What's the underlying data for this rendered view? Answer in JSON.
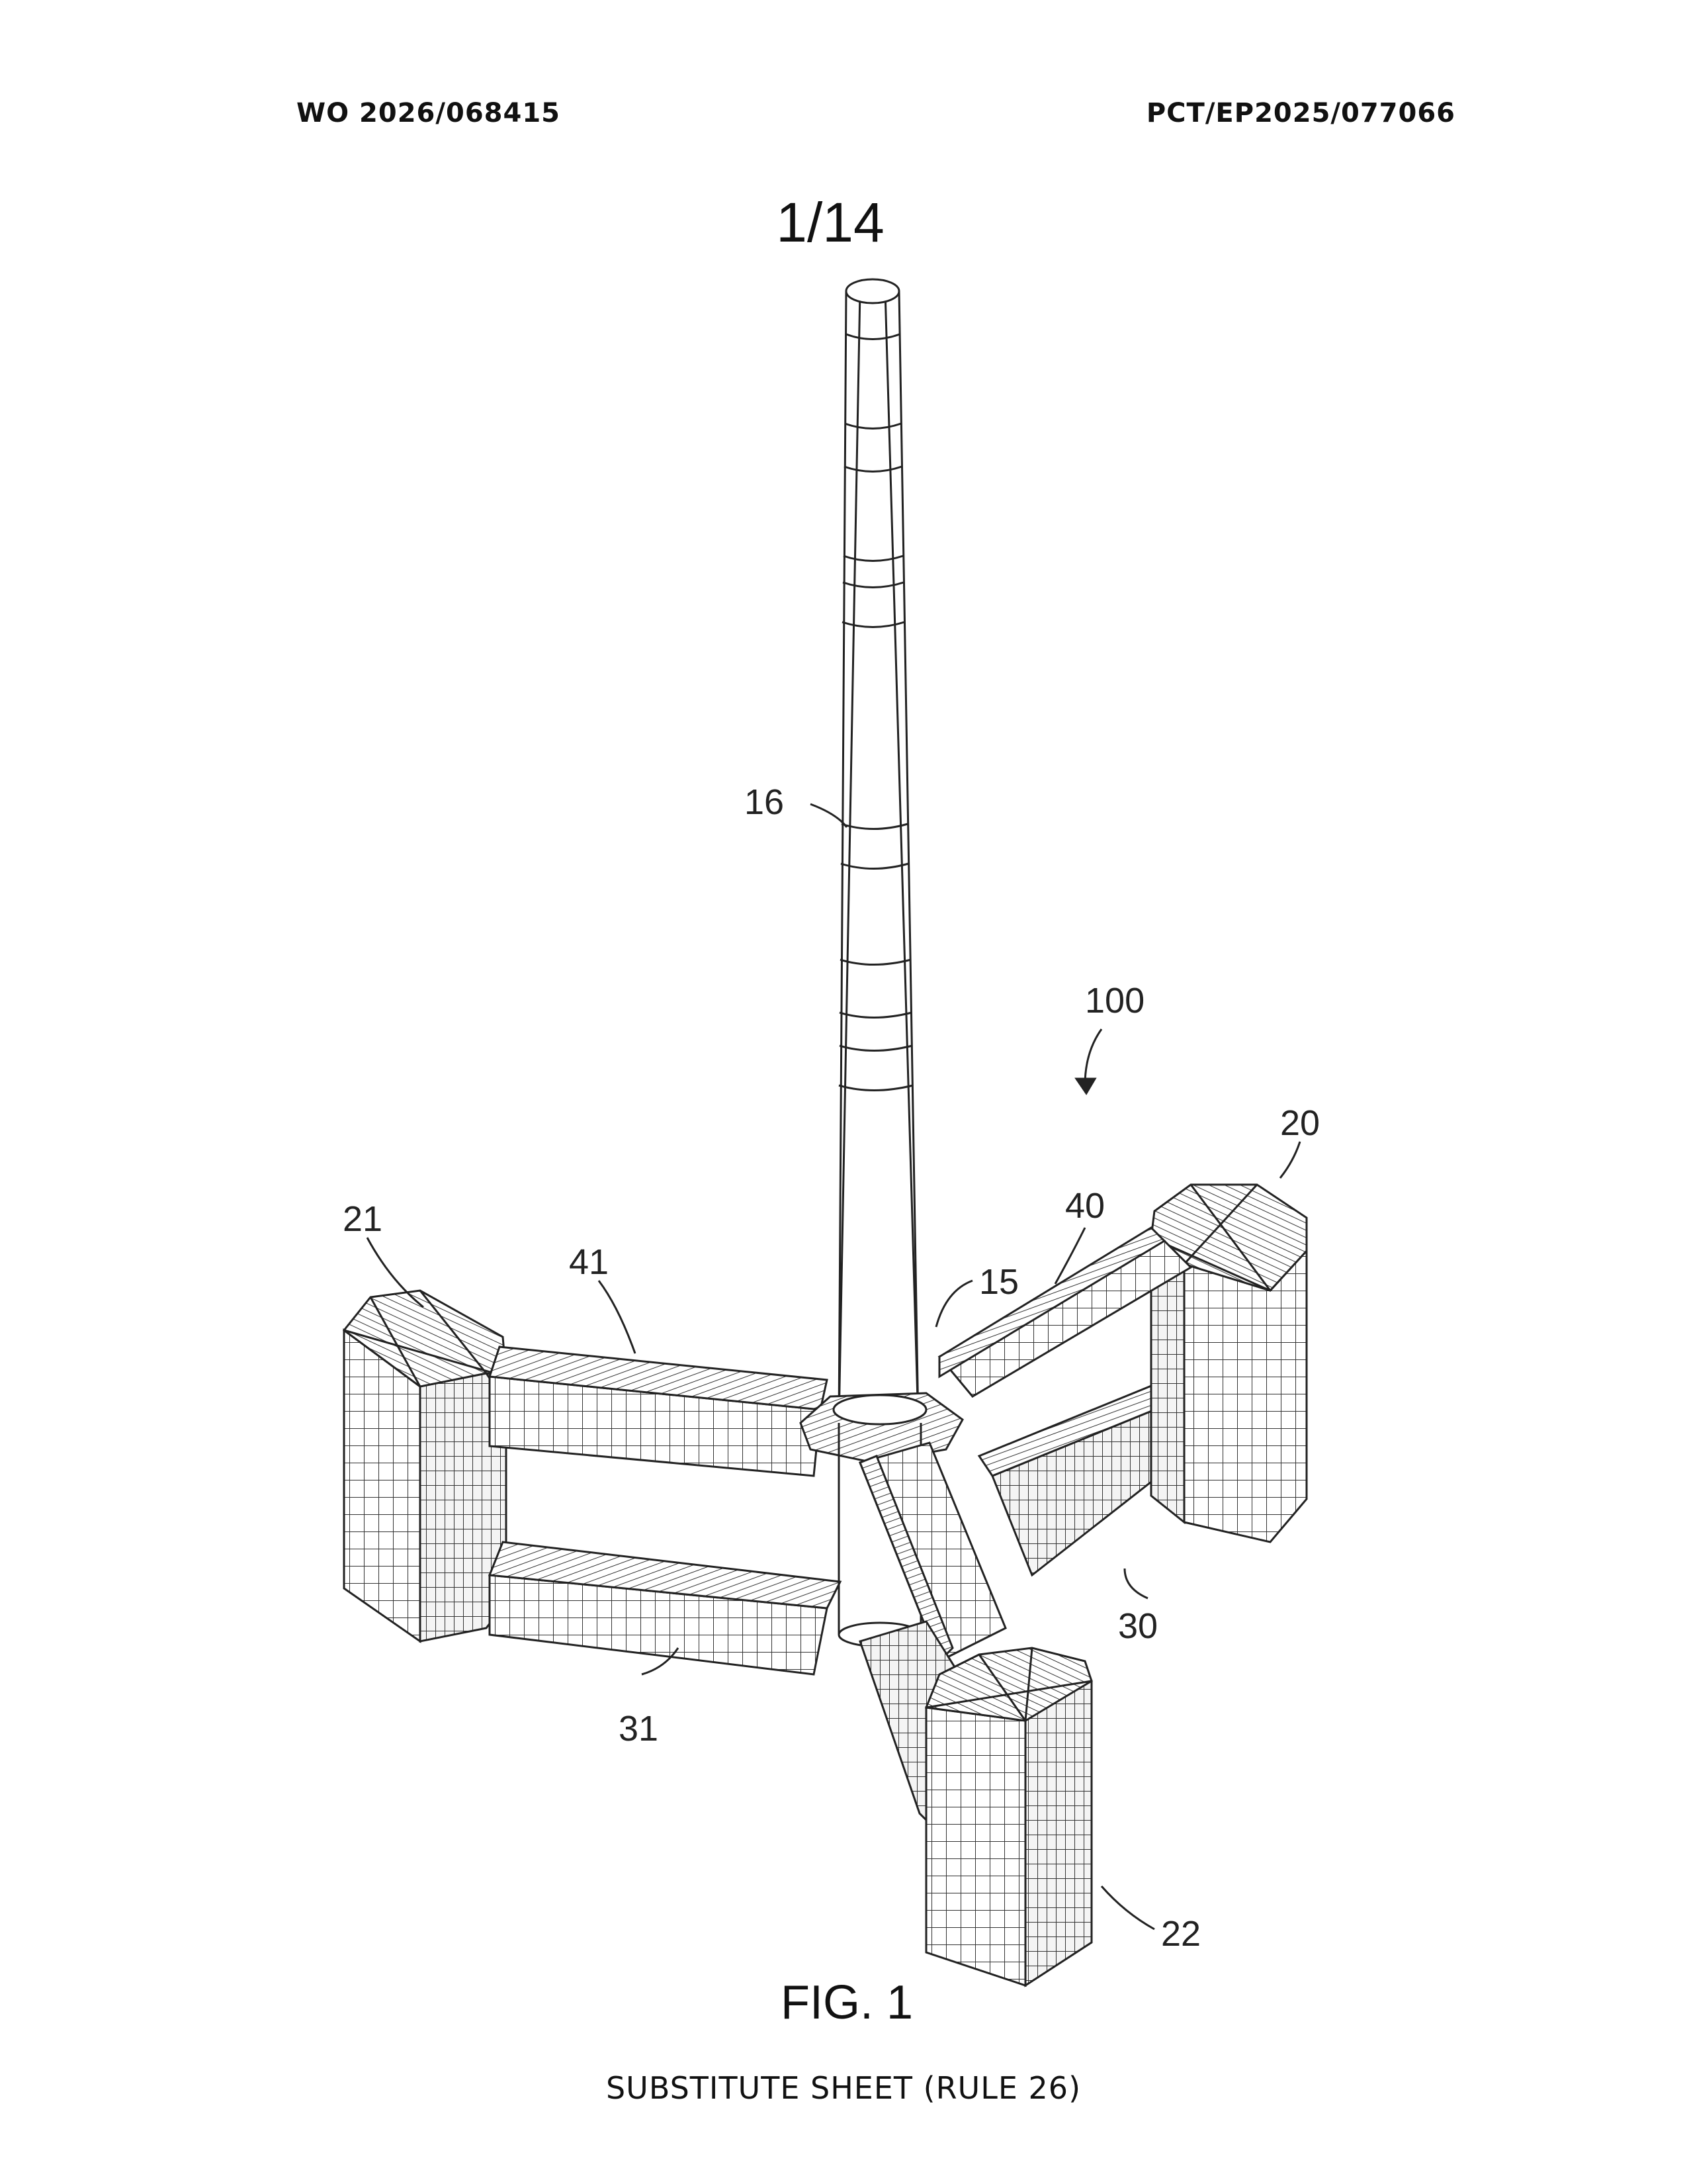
{
  "header": {
    "publication_number": "WO 2026/068415",
    "application_number": "PCT/EP2025/077066"
  },
  "sheet": "1/14",
  "figure": {
    "label": "FIG. 1",
    "reference_numerals": {
      "structure": "100",
      "tower": "16",
      "transition_piece": "15",
      "column_20": "20",
      "column_21": "21",
      "column_22": "22",
      "pontoon_30": "30",
      "pontoon_31": "31",
      "brace_40": "40",
      "brace_41": "41"
    }
  },
  "footer": "SUBSTITUTE SHEET (RULE 26)"
}
